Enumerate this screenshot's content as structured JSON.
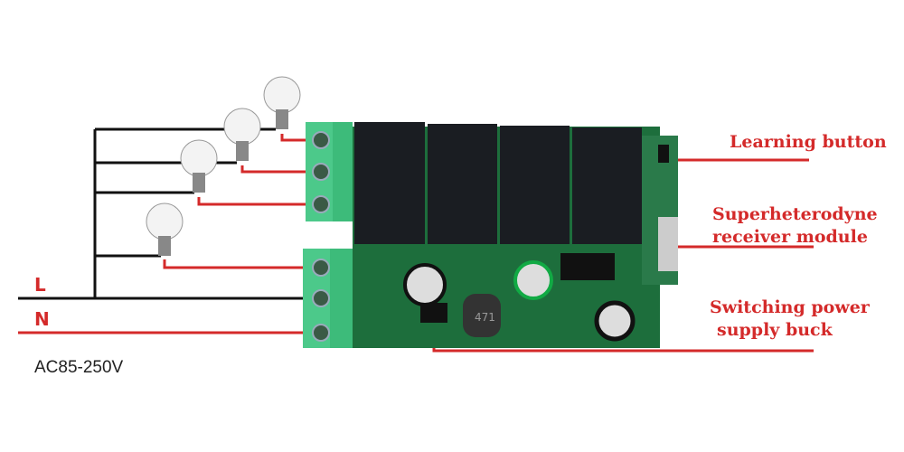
{
  "lines": {
    "live": "L",
    "neutral": "N"
  },
  "voltage": "AC85-250V",
  "callouts": {
    "learning_button": "Learning button",
    "receiver_line1": "Superheterodyne",
    "receiver_line2": "receiver module",
    "power_line1": "Switching power",
    "power_line2": "supply buck"
  },
  "inductor_marking": "471",
  "colors": {
    "wire_red": "#d42a2a",
    "wire_black": "#111111",
    "terminal": "#3dbb7a",
    "pcb": "#1d6e3c",
    "relay": "#1a1d22"
  }
}
